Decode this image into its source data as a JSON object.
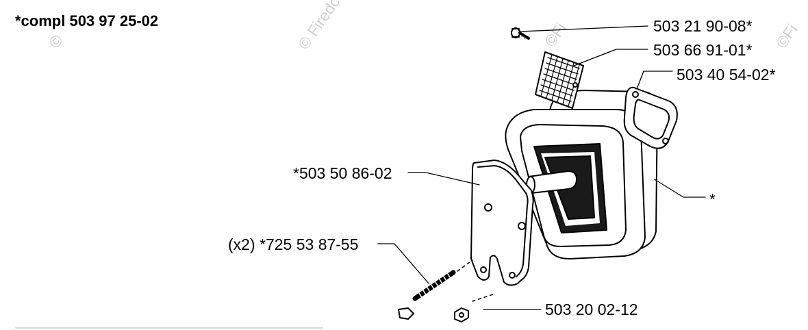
{
  "assembly_label": "*compl 503 97 25-02",
  "watermark_text": "© Firedc",
  "watermark_color": "#cfcfcf",
  "line_color": "#000000",
  "part_labels": {
    "screw": "503 21 90-08*",
    "spark_screen": "503 66 91-01*",
    "gasket": "503 40 54-02*",
    "muffler": "*",
    "cover_plate": "*503 50 86-02",
    "stud_bolt": "(x2) *725 53 87-55",
    "nut": "503 20 02-12"
  }
}
